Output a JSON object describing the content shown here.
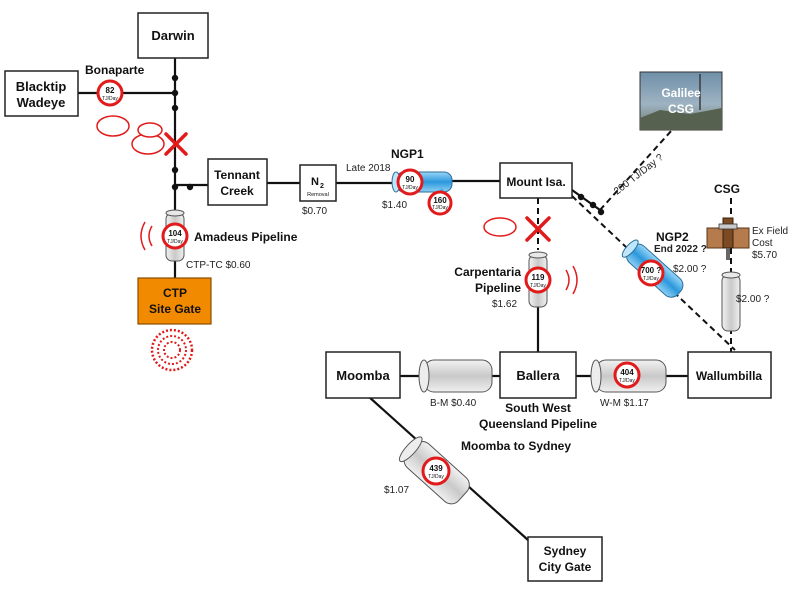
{
  "nodes": {
    "darwin": "Darwin",
    "blacktip_1": "Blacktip",
    "blacktip_2": "Wadeye",
    "tennant_1": "Tennant",
    "tennant_2": "Creek",
    "mount_isa": "Mount Isa.",
    "ctp_1": "CTP",
    "ctp_2": "Site Gate",
    "moomba": "Moomba",
    "ballera": "Ballera",
    "wallumbilla": "Wallumbilla",
    "sydney_1": "Sydney",
    "sydney_2": "City Gate",
    "galilee_1": "Galilee",
    "galilee_2": "CSG",
    "n2_main": "N",
    "n2_sub": "2",
    "n2_removal": "Removal"
  },
  "labels": {
    "bonaparte": "Bonaparte",
    "ngp1": "NGP1",
    "late_2018": "Late 2018",
    "amadeus": "Amadeus Pipeline",
    "ctp_tc": "CTP-TC $0.60",
    "n2_cost": "$0.70",
    "ngp1_cost": "$1.40",
    "carpentaria_1": "Carpentaria",
    "carpentaria_2": "Pipeline",
    "carpentaria_cost": "$1.62",
    "ngp2": "NGP2",
    "ngp2_date": "End 2022 ?",
    "ngp2_cost": "$2.00 ?",
    "csg": "CSG",
    "ex_field_1": "Ex Field",
    "ex_field_2": "Cost",
    "ex_field_3": "$5.70",
    "csg_pipe_cost": "$2.00 ?",
    "galilee_flow": "200 TJ/Day ?",
    "bm_cost": "B-M $0.40",
    "wm_cost": "W-M $1.17",
    "swq_1": "South West",
    "swq_2": "Queensland Pipeline",
    "moomba_sydney": "Moomba to Sydney",
    "ms_cost": "$1.07"
  },
  "capacities": {
    "unit": "TJ/Day",
    "bonaparte": "82",
    "amadeus": "104",
    "ngp1_a": "90",
    "ngp1_b": "160",
    "carpentaria": "119",
    "ngp2": "700 ?",
    "swq": "404",
    "moomba_sydney": "439"
  },
  "colors": {
    "ctp_fill": "#F28A00",
    "capacity_ring": "#E11B1B",
    "ngp_pipe": "#3FA9E8",
    "grey_pipe": "#D8D8D8"
  }
}
